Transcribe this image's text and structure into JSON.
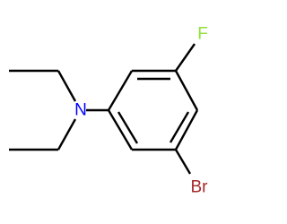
{
  "molecule": {
    "atoms": {
      "nitrogen": {
        "label": "N",
        "color": "#0000ff"
      },
      "fluorine": {
        "label": "F",
        "color": "#8fe03a"
      },
      "bromine": {
        "label": "Br",
        "color": "#a52a2a"
      }
    }
  }
}
